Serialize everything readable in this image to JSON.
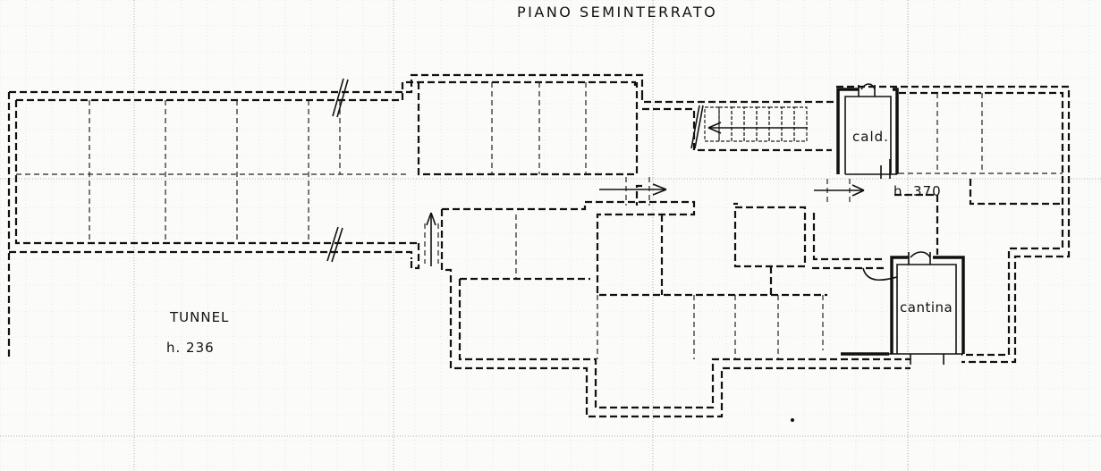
{
  "plan": {
    "title": "PIANO  SEMINTERRATO",
    "rooms": {
      "tunnel_name": "TUNNEL",
      "tunnel_height": "h. 236",
      "boiler_room": "cald.",
      "main_height": "h. 370",
      "cellar": "cantina"
    }
  }
}
